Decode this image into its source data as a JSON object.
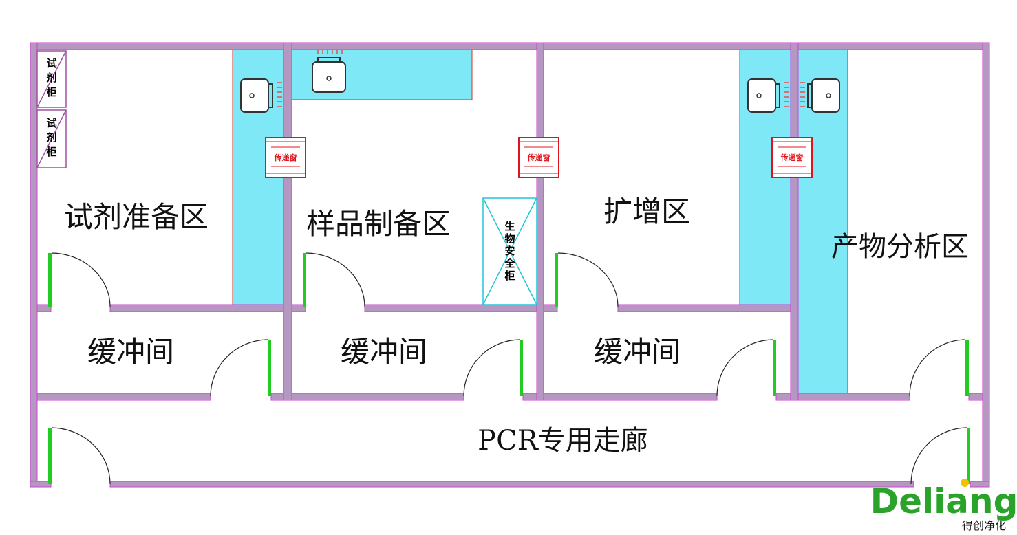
{
  "rooms": {
    "reagent_prep": "试剂准备区",
    "sample_prep": "样品制备区",
    "amplification": "扩增区",
    "product_analysis": "产物分析区",
    "buffer": "缓冲间",
    "corridor": "PCR专用走廊"
  },
  "fixtures": {
    "reagent_cabinet": [
      "试",
      "剂",
      "柜"
    ],
    "pass_box": "传递窗",
    "bio_safety_cabinet": [
      "生",
      "物",
      "安",
      "全",
      "柜"
    ]
  },
  "logo": {
    "main": "Deliang",
    "sub": "得创净化"
  },
  "colors": {
    "wall": "#b597c2",
    "wall_edge": "#cc44cc",
    "cyan_zone": "#7fe8f6",
    "pass_box": "#e0141c",
    "door_frame": "#22cc22",
    "logo_green": "#2aa32a",
    "logo_yellow": "#f2c200"
  }
}
